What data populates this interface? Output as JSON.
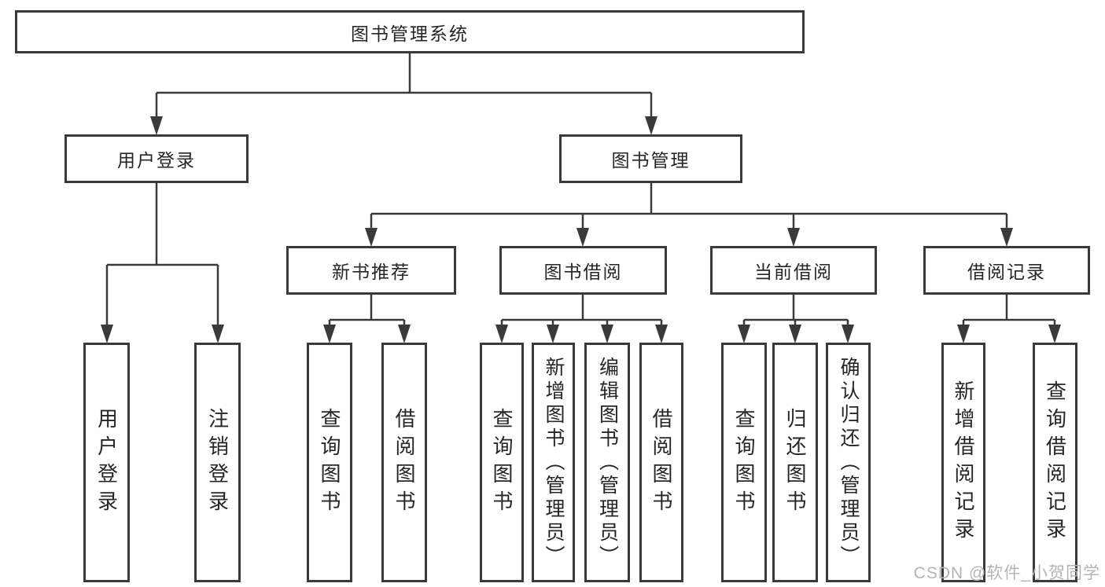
{
  "diagram": {
    "type": "hierarchy-tree",
    "orientation": "top-down"
  },
  "colors": {
    "background": "#ffffff",
    "box_border": "#3a3a3a",
    "connector_line": "#3a3a3a",
    "text": "#262626",
    "watermark": "#b4b4b4"
  },
  "tree": {
    "root": {
      "label": "图书管理系统",
      "children": [
        {
          "label": "用户登录",
          "children": [
            {
              "label": "用户登录"
            },
            {
              "label": "注销登录"
            }
          ]
        },
        {
          "label": "图书管理",
          "children": [
            {
              "label": "新书推荐",
              "children": [
                {
                  "label": "查询图书"
                },
                {
                  "label": "借阅图书"
                }
              ]
            },
            {
              "label": "图书借阅",
              "children": [
                {
                  "label": "查询图书"
                },
                {
                  "label": "新增图书（管理员）"
                },
                {
                  "label": "编辑图书（管理员）"
                },
                {
                  "label": "借阅图书"
                }
              ]
            },
            {
              "label": "当前借阅",
              "children": [
                {
                  "label": "查询图书"
                },
                {
                  "label": "归还图书"
                },
                {
                  "label": "确认归还（管理员）"
                }
              ]
            },
            {
              "label": "借阅记录",
              "children": [
                {
                  "label": "新增借阅记录"
                },
                {
                  "label": "查询借阅记录"
                }
              ]
            }
          ]
        }
      ]
    }
  },
  "watermark": {
    "text": "CSDN @软件_小贺同学"
  }
}
